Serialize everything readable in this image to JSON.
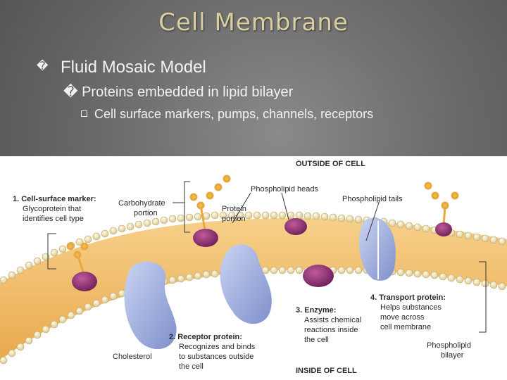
{
  "slide": {
    "title": "Cell Membrane",
    "bullets": [
      {
        "marker": "�",
        "text": "Fluid Mosaic Model"
      },
      {
        "marker": "�",
        "text": "Proteins embedded in lipid bilayer"
      },
      {
        "marker": "square",
        "text": "Cell surface markers, pumps, channels, receptors"
      }
    ]
  },
  "figure": {
    "labels": {
      "outside": "OUTSIDE OF CELL",
      "inside": "INSIDE OF CELL",
      "cell_surface_1": "1. Cell-surface marker:",
      "cell_surface_2": "Glycoprotein that",
      "cell_surface_3": "identifies cell type",
      "carbohydrate_1": "Carbohydrate",
      "carbohydrate_2": "portion",
      "protein_1": "Protein",
      "protein_2": "portion",
      "phospholipid_heads": "Phospholipid heads",
      "phospholipid_tails": "Phospholipid tails",
      "enzyme_1": "3. Enzyme:",
      "enzyme_2": "Assists chemical",
      "enzyme_3": "reactions inside",
      "enzyme_4": "the cell",
      "transport_1": "4. Transport protein:",
      "transport_2": "Helps substances",
      "transport_3": "move across",
      "transport_4": "cell membrane",
      "receptor_1": "2. Receptor protein:",
      "receptor_2": "Recognizes and binds",
      "receptor_3": "to substances outside",
      "receptor_4": "the cell",
      "cholesterol": "Cholesterol",
      "bilayer_1": "Phospholipid",
      "bilayer_2": "bilayer"
    }
  }
}
